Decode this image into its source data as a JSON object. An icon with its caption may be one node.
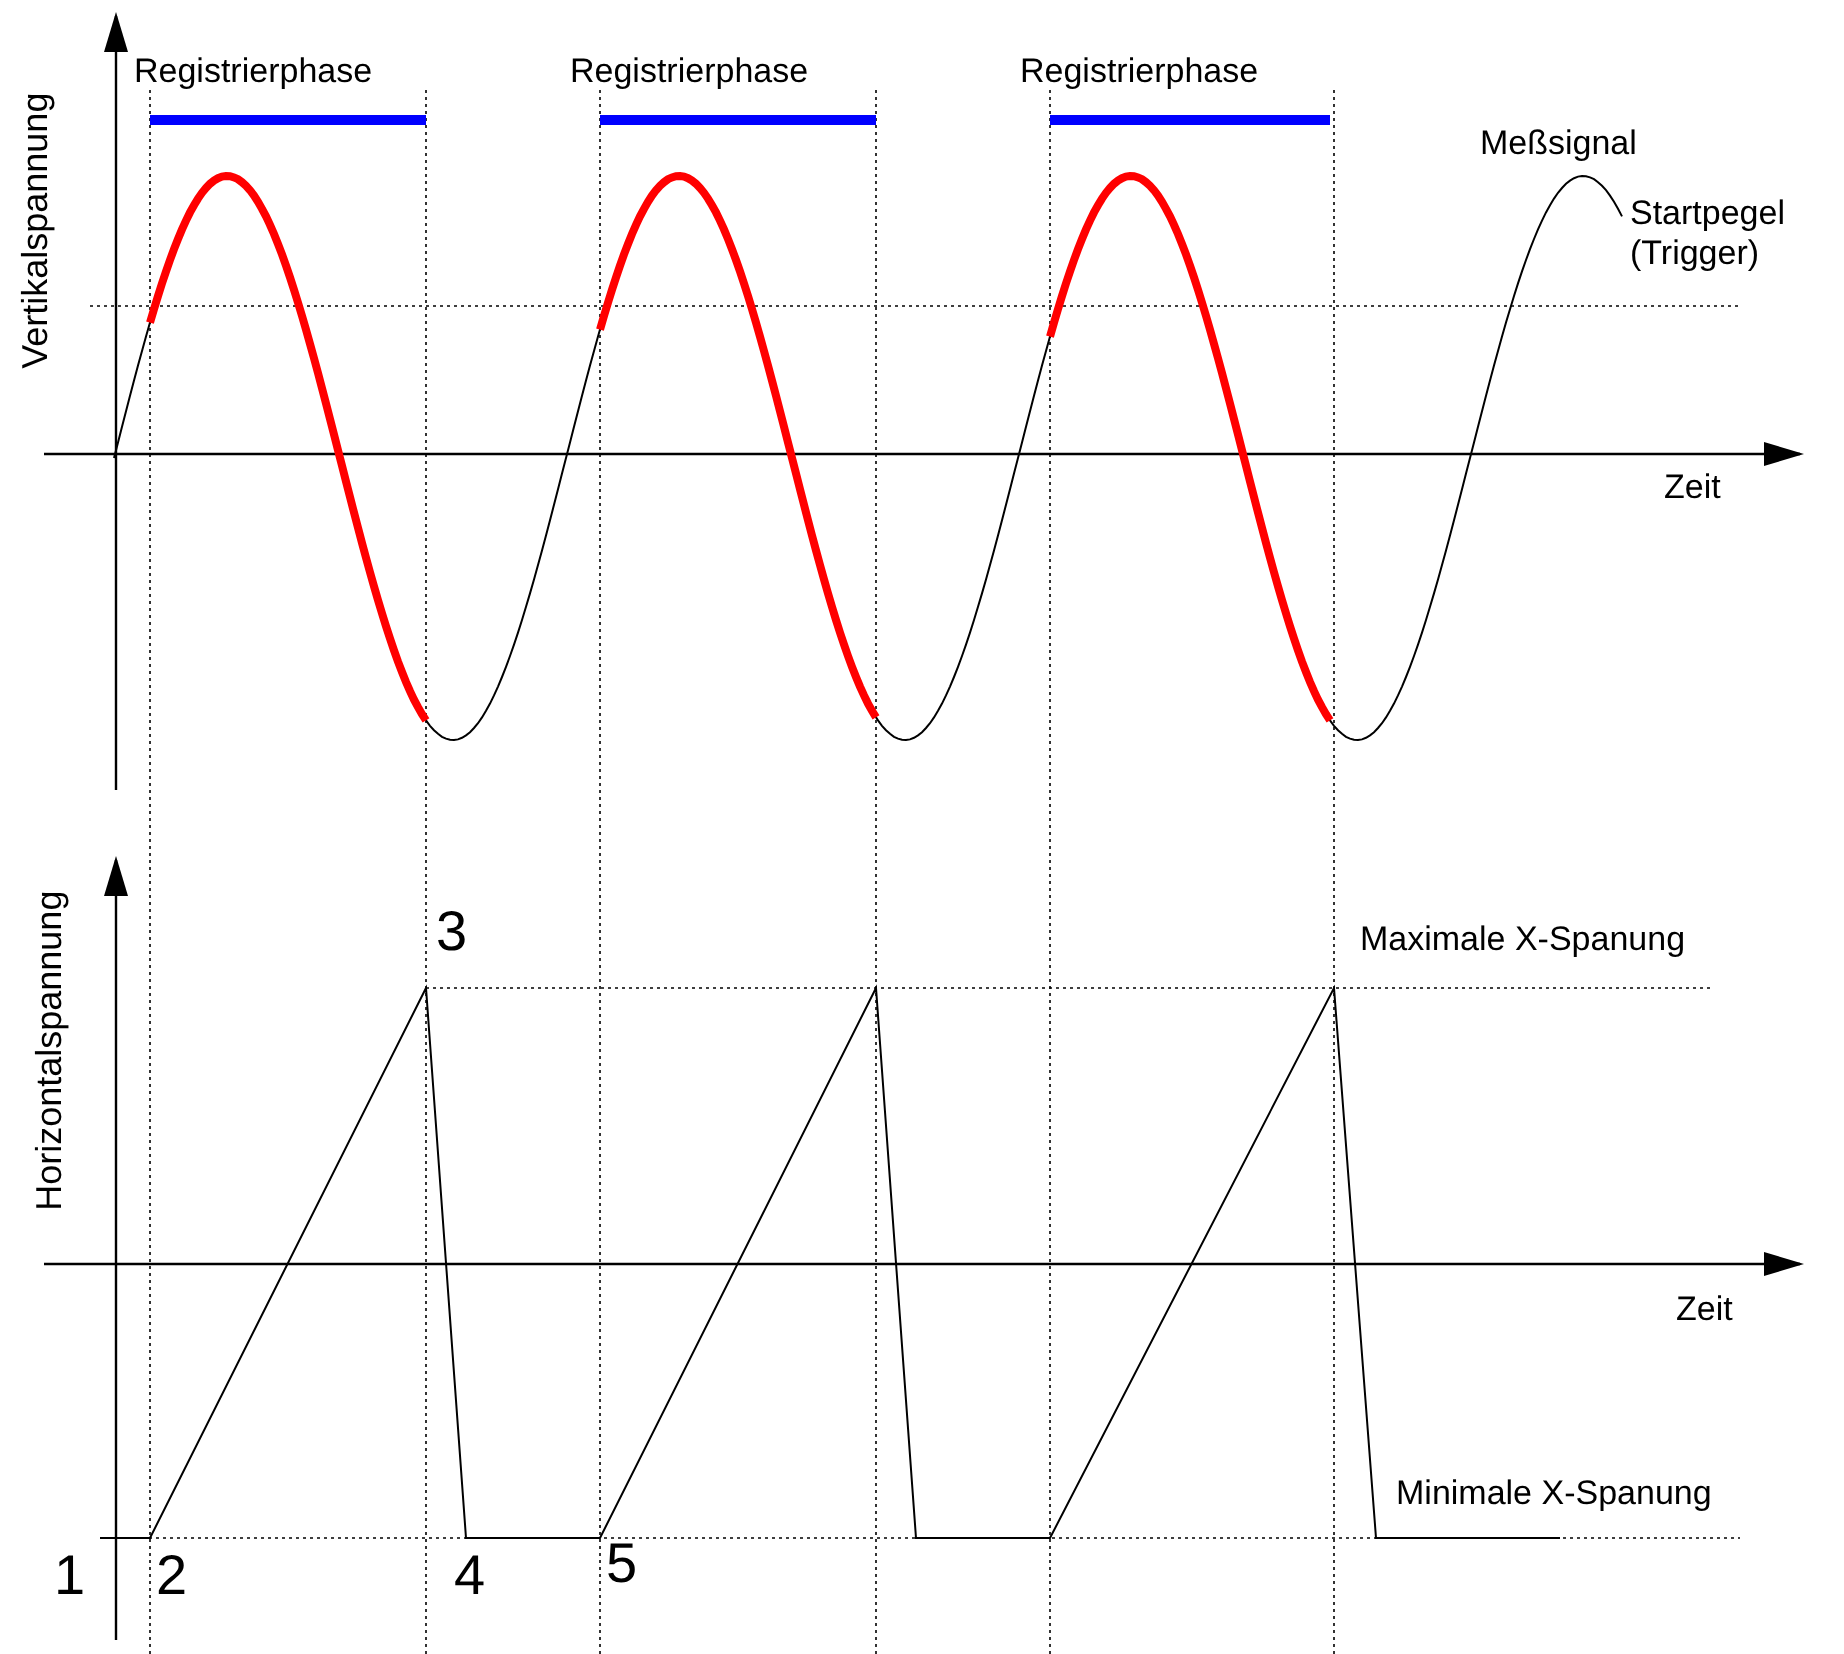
{
  "diagram": {
    "labels": [
      "Registrierphase",
      "Registrierphase",
      "Registrierphase",
      "Vertikalspannung",
      "Meßsignal",
      "Startpegel (Trigger)",
      "Zeit",
      "Horizontalspannung",
      "3",
      "Maximale X-Spanung",
      "Zeit",
      "Minimale X-Spanung",
      "1",
      "2",
      "4",
      "5"
    ]
  }
}
